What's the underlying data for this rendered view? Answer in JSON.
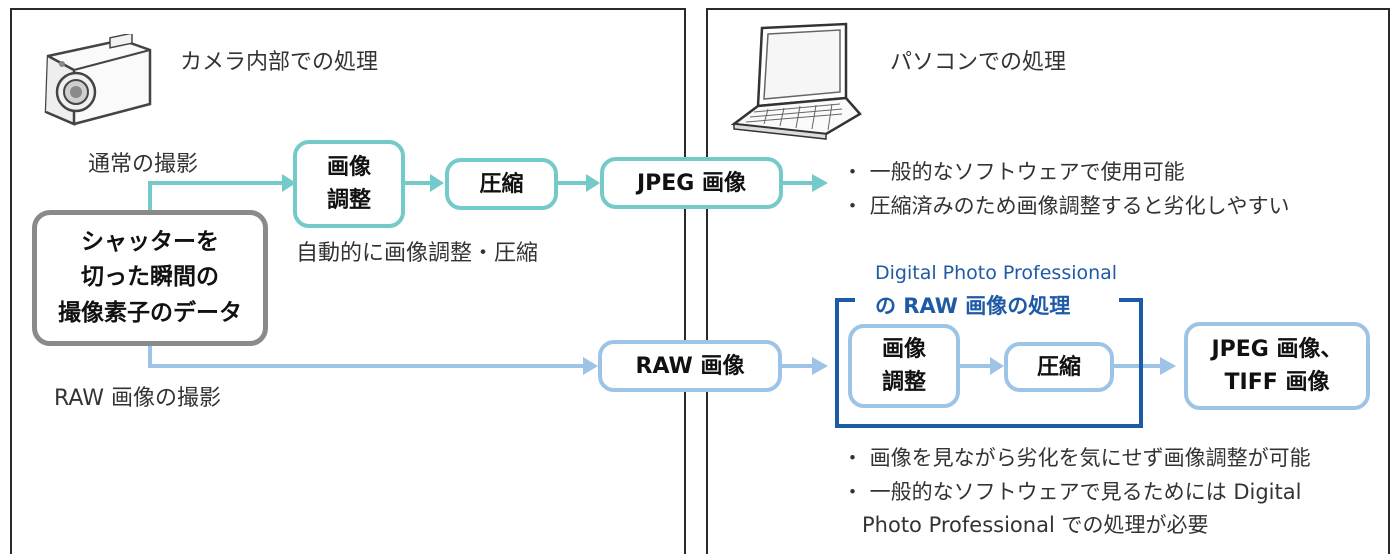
{
  "left_panel": {
    "heading": "カメラ内部での処理",
    "normal_shot_label": "通常の撮影",
    "raw_shot_label": "RAW 画像の撮影",
    "sensor_box": "シャッターを\n切った瞬間の\n撮像素子のデータ",
    "auto_label": "自動的に画像調整・圧縮",
    "adjust_box": "画像\n調整",
    "compress_box": "圧縮"
  },
  "middle": {
    "jpeg_box": "JPEG 画像",
    "raw_box": "RAW 画像"
  },
  "right_panel": {
    "heading": "パソコンでの処理",
    "jpeg_notes": [
      "・ 一般的なソフトウェアで使用可能",
      "・ 圧縮済みのため画像調整すると劣化しやすい"
    ],
    "dpp_title_1": "Digital Photo Professional",
    "dpp_title_2": "の RAW 画像の処理",
    "adjust_box": "画像\n調整",
    "compress_box": "圧縮",
    "output_box": "JPEG 画像、\nTIFF 画像",
    "raw_notes": [
      "・ 画像を見ながら劣化を気にせず画像調整が可能",
      "・ 一般的なソフトウェアで見るためには Digital",
      "Photo Professional での処理が必要"
    ]
  },
  "icons": [
    "camera-icon",
    "laptop-icon"
  ],
  "colors": {
    "jpeg_path": "#74c9c9",
    "raw_path": "#9dc3e6",
    "dpp_frame": "#1f5aa6",
    "sensor_box": "#8a8a8a"
  }
}
